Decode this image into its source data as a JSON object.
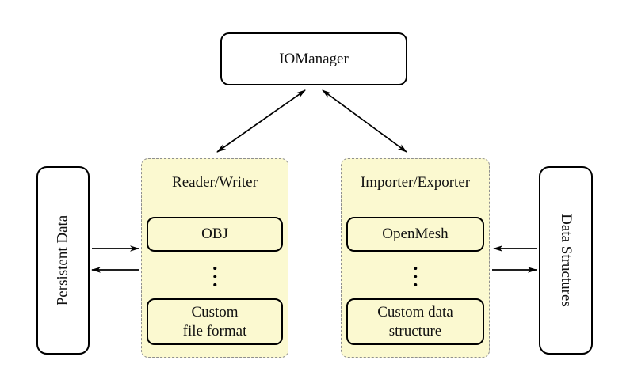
{
  "nodes": {
    "iomanager": {
      "label": "IOManager"
    },
    "persistent_data": {
      "label": "Persistent Data"
    },
    "data_structures": {
      "label": "Data Structures"
    },
    "reader_writer": {
      "title": "Reader/Writer",
      "items": [
        {
          "line1": "OBJ",
          "line2": ""
        },
        {
          "line1": "Custom",
          "line2": "file format"
        }
      ]
    },
    "importer_exporter": {
      "title": "Importer/Exporter",
      "items": [
        {
          "line1": "OpenMesh",
          "line2": ""
        },
        {
          "line1": "Custom data",
          "line2": "structure"
        }
      ]
    }
  },
  "colors": {
    "background": "#ffffff",
    "group_fill": "#fbf9d0",
    "group_border": "#8f8f8f",
    "box_border": "#000000",
    "box_fill": "#ffffff",
    "arrow": "#000000"
  }
}
